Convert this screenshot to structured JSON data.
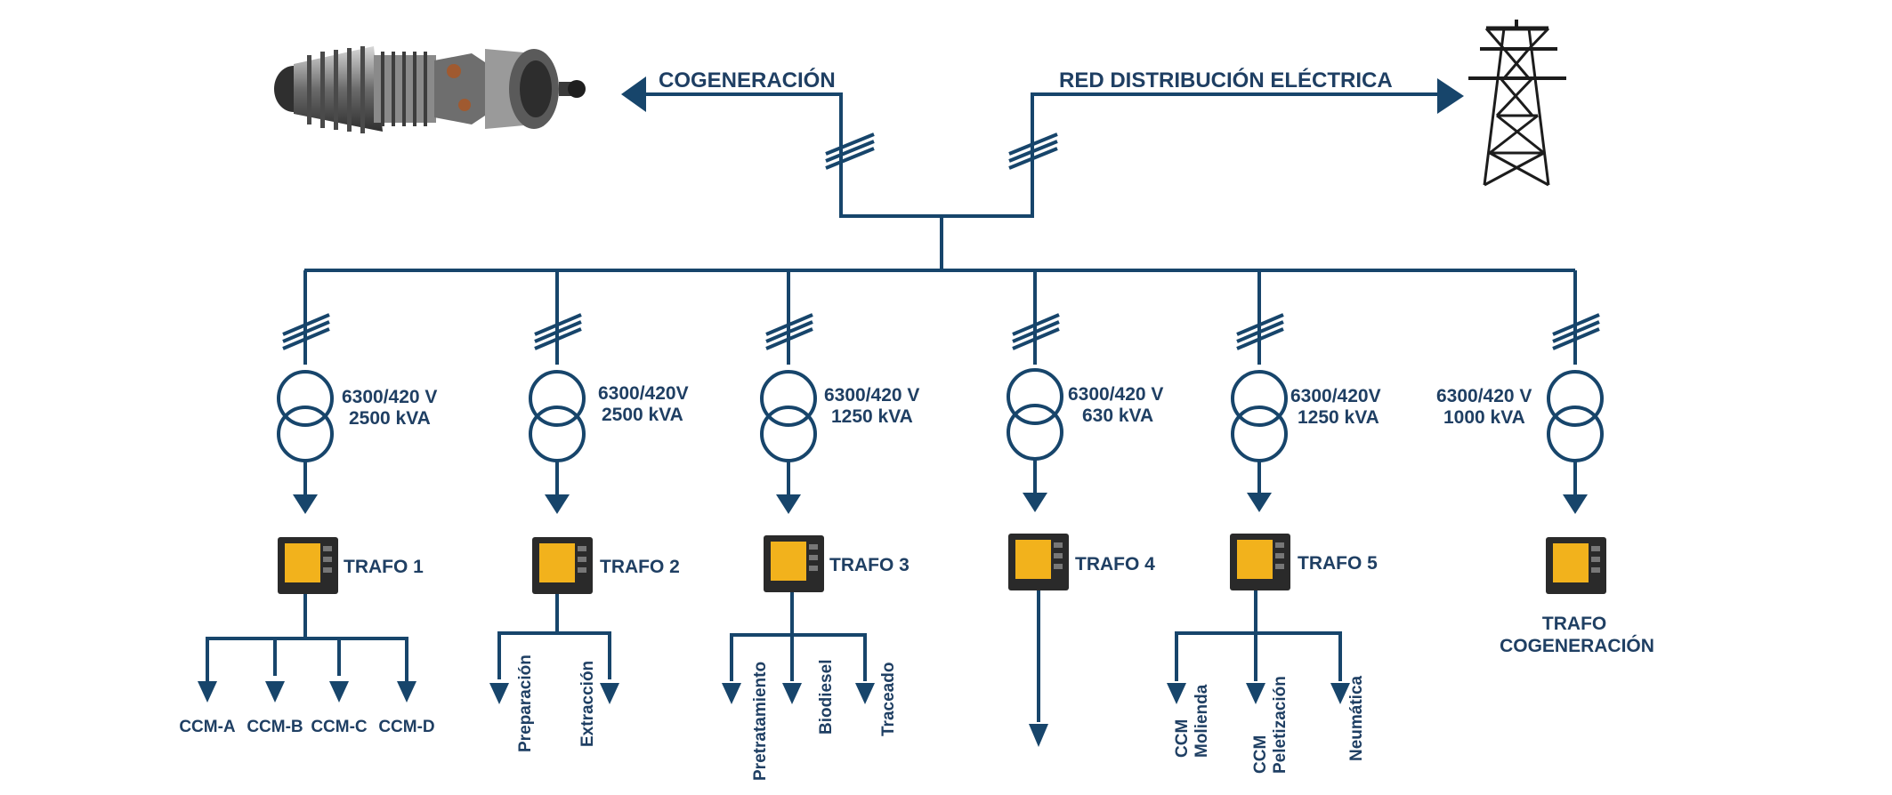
{
  "top": {
    "left_label": "COGENERACIÓN",
    "right_label": "RED  DISTRIBUCIÓN ELÉCTRICA"
  },
  "icons": {
    "turbine": "gas-turbine-icon",
    "tower": "transmission-tower-icon",
    "meter": "power-meter-icon",
    "transformer": "transformer-icon"
  },
  "colors": {
    "line": "#17456b",
    "text": "#1f3f63",
    "meter_screen": "#f2b21c",
    "meter_body": "#2a2a2a"
  },
  "branches": [
    {
      "voltage": "6300/420 V",
      "power": "2500 kVA",
      "meter_label": "TRAFO 1",
      "loads": [
        "CCM-A",
        "CCM-B",
        "CCM-C",
        "CCM-D"
      ]
    },
    {
      "voltage": "6300/420V",
      "power": "2500 kVA",
      "meter_label": "TRAFO 2",
      "loads": [
        "Preparación",
        "Extracción"
      ]
    },
    {
      "voltage": "6300/420 V",
      "power": "1250 kVA",
      "meter_label": "TRAFO 3",
      "loads": [
        "Pretratamiento",
        "Biodiesel",
        "Traceado"
      ]
    },
    {
      "voltage": "6300/420 V",
      "power": "630 kVA",
      "meter_label": "TRAFO 4",
      "loads": []
    },
    {
      "voltage": "6300/420V",
      "power": "1250 kVA",
      "meter_label": "TRAFO 5",
      "loads": [
        "CCM\nMolienda",
        "CCM\nPeletización",
        "Neumática"
      ]
    },
    {
      "voltage": "6300/420 V",
      "power": "1000 kVA",
      "meter_label": "TRAFO\nCOGENERACIÓN",
      "loads": []
    }
  ]
}
